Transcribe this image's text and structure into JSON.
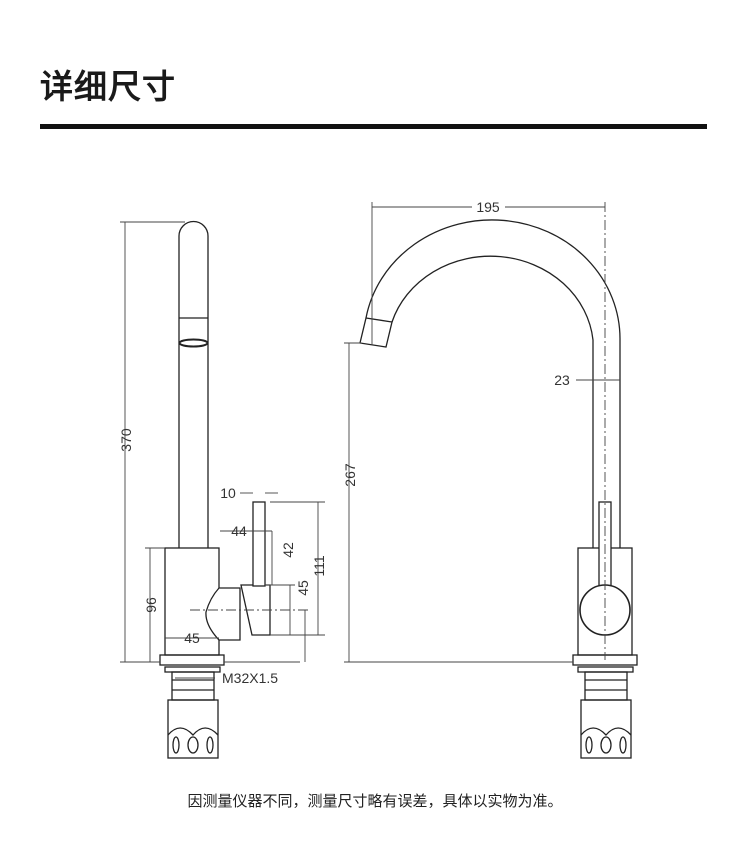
{
  "header": {
    "title": "详细尺寸"
  },
  "side_view": {
    "dimensions": {
      "total_height": "370",
      "body_height": "96",
      "body_width": "45",
      "lever_width": "10",
      "handle_offset": "44",
      "lever_height": "42",
      "handle_height": "45",
      "lever_total_height": "111",
      "thread": "M32X1.5"
    }
  },
  "front_view": {
    "dimensions": {
      "spout_reach": "195",
      "tube_diameter": "23",
      "spout_height": "267"
    }
  },
  "footer": {
    "caption": "因测量仪器不同，测量尺寸略有误差，具体以实物为准。"
  }
}
